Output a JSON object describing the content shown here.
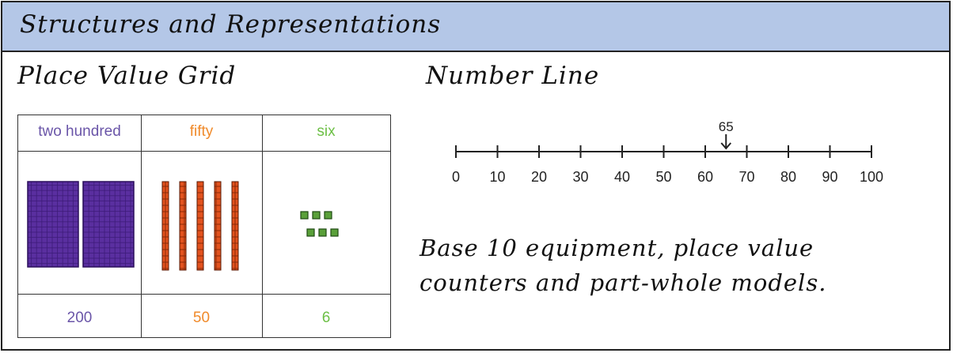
{
  "title": "Structures and Representations",
  "place_value": {
    "heading": "Place Value Grid",
    "columns": [
      {
        "word": "two hundred",
        "number": "200",
        "color": "#6a55a8"
      },
      {
        "word": "fifty",
        "number": "50",
        "color": "#f08a2a"
      },
      {
        "word": "six",
        "number": "6",
        "color": "#6cbf45"
      }
    ]
  },
  "number_line": {
    "heading": "Number Line",
    "ticks": [
      "0",
      "10",
      "20",
      "30",
      "40",
      "50",
      "60",
      "70",
      "80",
      "90",
      "100"
    ],
    "marker_value": 65,
    "marker_label": "65"
  },
  "caption": {
    "line1": "Base 10 equipment, place value",
    "line2": "counters and part-whole models."
  }
}
